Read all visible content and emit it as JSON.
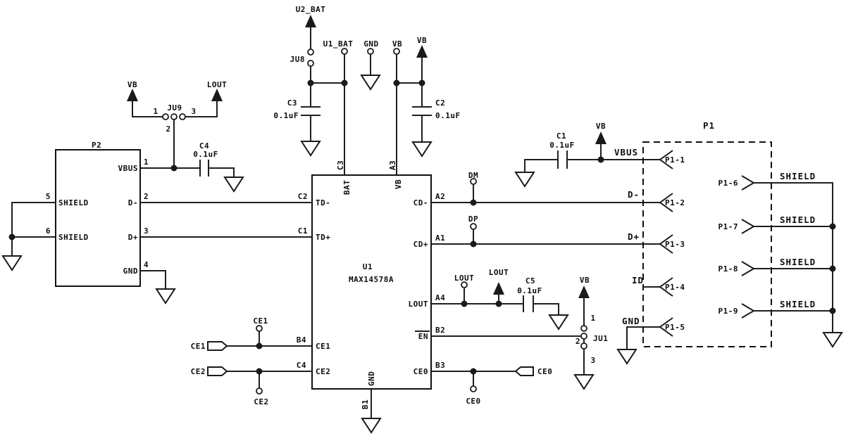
{
  "colors": {
    "ink": "#1a1a1a",
    "background": "#ffffff"
  },
  "nets": {
    "vb": "VB",
    "lout": "LOUT",
    "u2_bat": "U2_BAT",
    "u1_bat": "U1_BAT",
    "gnd": "GND",
    "vbus": "VBUS",
    "dm": "DM",
    "dp": "DP",
    "d_minus": "D-",
    "d_plus": "D+",
    "id": "ID",
    "ce0": "CE0",
    "ce1": "CE1",
    "ce2": "CE2",
    "shield": "SHIELD"
  },
  "components": {
    "U1": {
      "ref": "U1",
      "part": "MAX14578A",
      "pins": {
        "td_minus": {
          "num": "C2",
          "name": "TD-"
        },
        "td_plus": {
          "num": "C1",
          "name": "TD+"
        },
        "ce1": {
          "num": "B4",
          "name": "CE1"
        },
        "ce2": {
          "num": "C4",
          "name": "CE2"
        },
        "bat": {
          "num": "C3",
          "name": "BAT"
        },
        "vb": {
          "num": "A3",
          "name": "VB"
        },
        "cd_minus": {
          "num": "A2",
          "name": "CD-"
        },
        "cd_plus": {
          "num": "A1",
          "name": "CD+"
        },
        "lout": {
          "num": "A4",
          "name": "LOUT"
        },
        "en": {
          "num": "B2",
          "name": "EN"
        },
        "ce0": {
          "num": "B3",
          "name": "CE0"
        },
        "gnd": {
          "num": "B1",
          "name": "GND"
        }
      }
    },
    "P2": {
      "ref": "P2",
      "pins": {
        "vbus": {
          "num": "1",
          "name": "VBUS"
        },
        "d_minus": {
          "num": "2",
          "name": "D-"
        },
        "d_plus": {
          "num": "3",
          "name": "D+"
        },
        "gnd": {
          "num": "4",
          "name": "GND"
        },
        "shield5": {
          "num": "5",
          "name": "SHIELD"
        },
        "shield6": {
          "num": "6",
          "name": "SHIELD"
        }
      }
    },
    "P1": {
      "ref": "P1",
      "pins_left": [
        "P1-1",
        "P1-2",
        "P1-3",
        "P1-4",
        "P1-5"
      ],
      "pins_right": [
        "P1-6",
        "P1-7",
        "P1-8",
        "P1-9"
      ]
    },
    "C1": {
      "ref": "C1",
      "value": "0.1uF"
    },
    "C2": {
      "ref": "C2",
      "value": "0.1uF"
    },
    "C3": {
      "ref": "C3",
      "value": "0.1uF"
    },
    "C4": {
      "ref": "C4",
      "value": "0.1uF"
    },
    "C5": {
      "ref": "C5",
      "value": "0.1uF"
    },
    "JU1": {
      "ref": "JU1",
      "pin1": "1",
      "pin2": "2",
      "pin3": "3"
    },
    "JU8": {
      "ref": "JU8"
    },
    "JU9": {
      "ref": "JU9",
      "pin1": "1",
      "pin2": "2",
      "pin3": "3"
    }
  }
}
